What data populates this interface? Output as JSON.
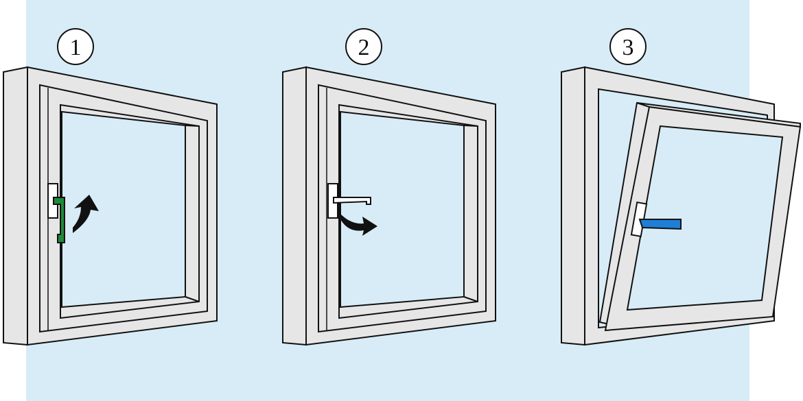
{
  "steps": [
    {
      "number": "1",
      "handle_position": "down",
      "handle_color": "#1f8a3a",
      "arrow": "rotate-up"
    },
    {
      "number": "2",
      "handle_position": "horizontal",
      "handle_color": "#ffffff",
      "arrow": "rotate-down"
    },
    {
      "number": "3",
      "handle_position": "horizontal",
      "handle_color": "#1e7fd6",
      "arrow": "none",
      "sash": "tilted-open"
    }
  ],
  "colors": {
    "background_panel": "#d7ecf7",
    "frame_fill": "#e6e6e6",
    "glass_fill": "#d7ecf7",
    "outline": "#111111"
  }
}
